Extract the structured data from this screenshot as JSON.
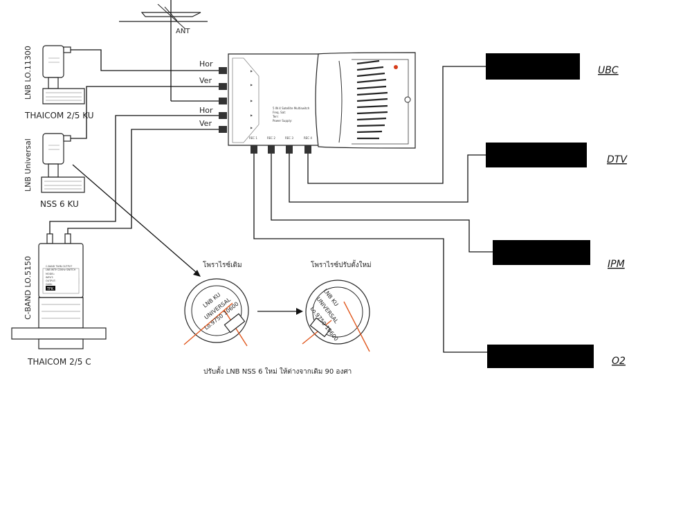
{
  "antenna": {
    "label": "ANT"
  },
  "lnb_thaicom_ku": {
    "side_label": "LNB LO.11300",
    "name": "THAICOM 2/5  KU"
  },
  "lnb_nss": {
    "side_label": "LNB Universal",
    "name": "NSS  6 KU"
  },
  "lnb_c_band": {
    "side_label": "C-BAND LO.5150",
    "name": "THAICOM 2/5 C",
    "sticker_lines": [
      "C-BAND TWIN OUTPUT",
      "LNB WITH 22KHz SWITCH",
      "MODEL:",
      "INPUT:",
      "OUTPUT:",
      "GAIN:"
    ],
    "badge": "TFK"
  },
  "multiswitch": {
    "inputs": [
      "Hor",
      "Ver",
      "Hor",
      "Ver"
    ],
    "info_lines": [
      "5 IN 4 Satellite Multiswitch",
      "Freq. Sat:",
      "Terr:",
      "Power Supply:"
    ],
    "outputs": [
      "REC 1",
      "REC 2",
      "REC 3",
      "REC 4"
    ]
  },
  "receivers": [
    {
      "name": "UBC"
    },
    {
      "name": "DTV"
    },
    {
      "name": "IPM"
    },
    {
      "name": "O2"
    }
  ],
  "adjustment": {
    "before_title": "โพราไรซ์เดิม",
    "after_title": "โพราไรซ์ปรับตั้งใหม่",
    "lnb_lines": [
      "LNB KU",
      "UNIVERSAL",
      "Lo.9750  10600"
    ],
    "caption": "ปรับตั้ง LNB  NSS 6  ใหม่  ให้ต่างจากเดิม  90  องศา"
  },
  "colors": {
    "line": "#111111",
    "polarity_marker": "#e0561c",
    "receiver_screen": "#000000"
  }
}
